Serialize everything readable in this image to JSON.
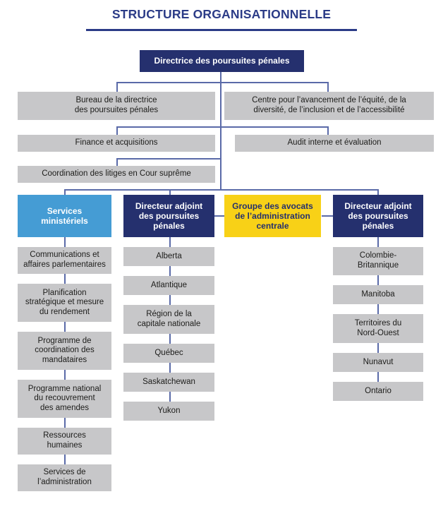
{
  "page": {
    "title": "STRUCTURE ORGANISATIONNELLE",
    "language": "fr"
  },
  "colors": {
    "title_blue": "#2b3b87",
    "navy": "#25306e",
    "light_blue": "#459cd4",
    "yellow": "#f8d117",
    "gray": "#c7c7c9",
    "connector": "#5a6aa8",
    "text_dark": "#1d1d1b",
    "text_light": "#ffffff"
  },
  "chart_data": {
    "type": "diagram",
    "subtype": "organizational-chart",
    "title": "STRUCTURE ORGANISATIONNELLE",
    "root": {
      "id": "root",
      "label": "Directrice des poursuites pénales",
      "style": "navy"
    },
    "staff_units": [
      {
        "id": "bureau",
        "label": "Bureau de la directrice\ndes poursuites pénales",
        "style": "gray"
      },
      {
        "id": "centre",
        "label": "Centre pour l’avancement de l’équité, de la\ndiversité, de l’inclusion et de l’accessibilité",
        "style": "gray"
      },
      {
        "id": "finance",
        "label": "Finance et acquisitions",
        "style": "gray"
      },
      {
        "id": "audit",
        "label": "Audit interne et évaluation",
        "style": "gray"
      },
      {
        "id": "coordination",
        "label": "Coordination des litiges en Cour suprême",
        "style": "gray"
      }
    ],
    "branches": [
      {
        "id": "services-ministeriels",
        "header": {
          "label": "Services\nministériels",
          "style": "lightblue"
        },
        "children": [
          {
            "label": "Communications et\naffaires parlementaires"
          },
          {
            "label": "Planification\nstratégique et mesure\ndu rendement"
          },
          {
            "label": "Programme de\ncoordination des\nmandataires"
          },
          {
            "label": "Programme national\ndu recouvrement\ndes amendes"
          },
          {
            "label": "Ressources\nhumaines"
          },
          {
            "label": "Services de\nl’administration"
          }
        ]
      },
      {
        "id": "directeur-adjoint-1",
        "header": {
          "label": "Directeur adjoint\ndes poursuites\npénales",
          "style": "navy"
        },
        "children": [
          {
            "label": "Alberta"
          },
          {
            "label": "Atlantique"
          },
          {
            "label": "Région de la\ncapitale nationale"
          },
          {
            "label": "Québec"
          },
          {
            "label": "Saskatchewan"
          },
          {
            "label": "Yukon"
          }
        ]
      },
      {
        "id": "groupe-avocats",
        "header": {
          "label": "Groupe des avocats\nde l’administration\ncentrale",
          "style": "yellow"
        },
        "children": []
      },
      {
        "id": "directeur-adjoint-2",
        "header": {
          "label": "Directeur adjoint\ndes poursuites\npénales",
          "style": "navy"
        },
        "children": [
          {
            "label": "Colombie-\nBritannique"
          },
          {
            "label": "Manitoba"
          },
          {
            "label": "Territoires du\nNord-Ouest"
          },
          {
            "label": "Nunavut"
          },
          {
            "label": "Ontario"
          }
        ]
      }
    ]
  }
}
